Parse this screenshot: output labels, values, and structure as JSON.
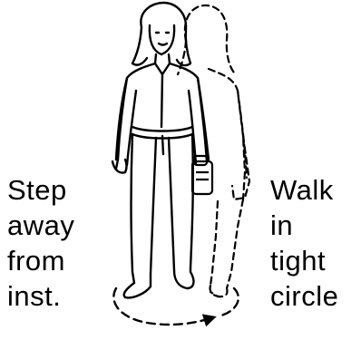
{
  "left_text": {
    "lines": [
      "Step",
      "away",
      "from",
      "inst."
    ]
  },
  "right_text": {
    "lines": [
      "Walk",
      "in",
      "tight",
      "circle"
    ]
  },
  "colors": {
    "ink": "#000000",
    "background": "#ffffff"
  }
}
